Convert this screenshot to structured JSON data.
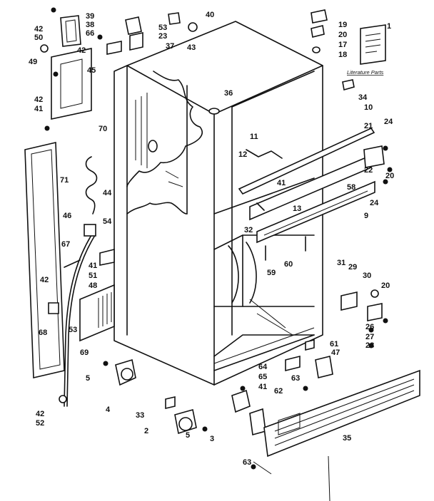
{
  "diagram": {
    "literature_label": "Literature Parts",
    "callouts": [
      {
        "id": "c1",
        "text": "1"
      },
      {
        "id": "c2",
        "text": "2"
      },
      {
        "id": "c3",
        "text": "3"
      },
      {
        "id": "c4",
        "text": "4"
      },
      {
        "id": "c5a",
        "text": "5"
      },
      {
        "id": "c5b",
        "text": "5"
      },
      {
        "id": "c9",
        "text": "9"
      },
      {
        "id": "c10",
        "text": "10"
      },
      {
        "id": "c11",
        "text": "11"
      },
      {
        "id": "c12",
        "text": "12"
      },
      {
        "id": "c13",
        "text": "13"
      },
      {
        "id": "c17",
        "text": "17"
      },
      {
        "id": "c18",
        "text": "18"
      },
      {
        "id": "c19",
        "text": "19"
      },
      {
        "id": "c20a",
        "text": "20"
      },
      {
        "id": "c20b",
        "text": "20"
      },
      {
        "id": "c20c",
        "text": "20"
      },
      {
        "id": "c21",
        "text": "21"
      },
      {
        "id": "c22",
        "text": "22"
      },
      {
        "id": "c23",
        "text": "23"
      },
      {
        "id": "c24a",
        "text": "24"
      },
      {
        "id": "c24b",
        "text": "24"
      },
      {
        "id": "c26",
        "text": "26"
      },
      {
        "id": "c27",
        "text": "27"
      },
      {
        "id": "c28",
        "text": "28"
      },
      {
        "id": "c29",
        "text": "29"
      },
      {
        "id": "c30",
        "text": "30"
      },
      {
        "id": "c31",
        "text": "31"
      },
      {
        "id": "c32",
        "text": "32"
      },
      {
        "id": "c33",
        "text": "33"
      },
      {
        "id": "c34",
        "text": "34"
      },
      {
        "id": "c35",
        "text": "35"
      },
      {
        "id": "c36",
        "text": "36"
      },
      {
        "id": "c37",
        "text": "37"
      },
      {
        "id": "c38",
        "text": "38"
      },
      {
        "id": "c39",
        "text": "39"
      },
      {
        "id": "c40",
        "text": "40"
      },
      {
        "id": "c41a",
        "text": "41"
      },
      {
        "id": "c41b",
        "text": "41"
      },
      {
        "id": "c41c",
        "text": "41"
      },
      {
        "id": "c41d",
        "text": "41"
      },
      {
        "id": "c42a",
        "text": "42"
      },
      {
        "id": "c42b",
        "text": "42"
      },
      {
        "id": "c42c",
        "text": "42"
      },
      {
        "id": "c42d",
        "text": "42"
      },
      {
        "id": "c42e",
        "text": "42"
      },
      {
        "id": "c43",
        "text": "43"
      },
      {
        "id": "c44",
        "text": "44"
      },
      {
        "id": "c45",
        "text": "45"
      },
      {
        "id": "c46",
        "text": "46"
      },
      {
        "id": "c47",
        "text": "47"
      },
      {
        "id": "c48",
        "text": "48"
      },
      {
        "id": "c49",
        "text": "49"
      },
      {
        "id": "c50",
        "text": "50"
      },
      {
        "id": "c51",
        "text": "51"
      },
      {
        "id": "c52",
        "text": "52"
      },
      {
        "id": "c53a",
        "text": "53"
      },
      {
        "id": "c53b",
        "text": "53"
      },
      {
        "id": "c54",
        "text": "54"
      },
      {
        "id": "c58",
        "text": "58"
      },
      {
        "id": "c59",
        "text": "59"
      },
      {
        "id": "c60",
        "text": "60"
      },
      {
        "id": "c61",
        "text": "61"
      },
      {
        "id": "c62",
        "text": "62"
      },
      {
        "id": "c63a",
        "text": "63"
      },
      {
        "id": "c63b",
        "text": "63"
      },
      {
        "id": "c64",
        "text": "64"
      },
      {
        "id": "c65",
        "text": "65"
      },
      {
        "id": "c66",
        "text": "66"
      },
      {
        "id": "c67",
        "text": "67"
      },
      {
        "id": "c68",
        "text": "68"
      },
      {
        "id": "c69",
        "text": "69"
      },
      {
        "id": "c70",
        "text": "70"
      },
      {
        "id": "c71",
        "text": "71"
      }
    ]
  }
}
